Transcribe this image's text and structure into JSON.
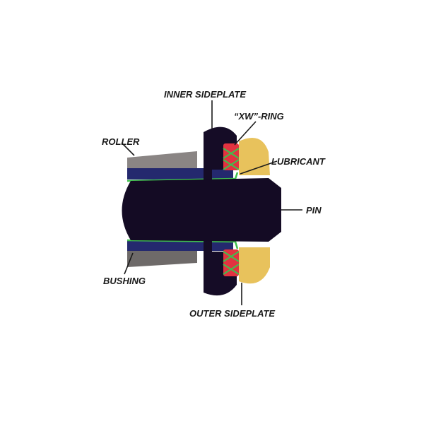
{
  "labels": {
    "inner_sideplate": "INNER SIDEPLATE",
    "xw_ring": "“XW”-RING",
    "roller": "ROLLER",
    "lubricant": "LUBRICANT",
    "pin": "PIN",
    "bushing": "BUSHING",
    "outer_sideplate": "OUTER SIDEPLATE"
  },
  "colors": {
    "roller": "#6e6a69",
    "roller_top": "#8a8584",
    "bushing": "#24296e",
    "pin": "#140b24",
    "inner_sideplate": "#150c26",
    "outer_sideplate": "#e8c25c",
    "xw_ring": "#e23340",
    "lubricant": "#3fc04d"
  }
}
